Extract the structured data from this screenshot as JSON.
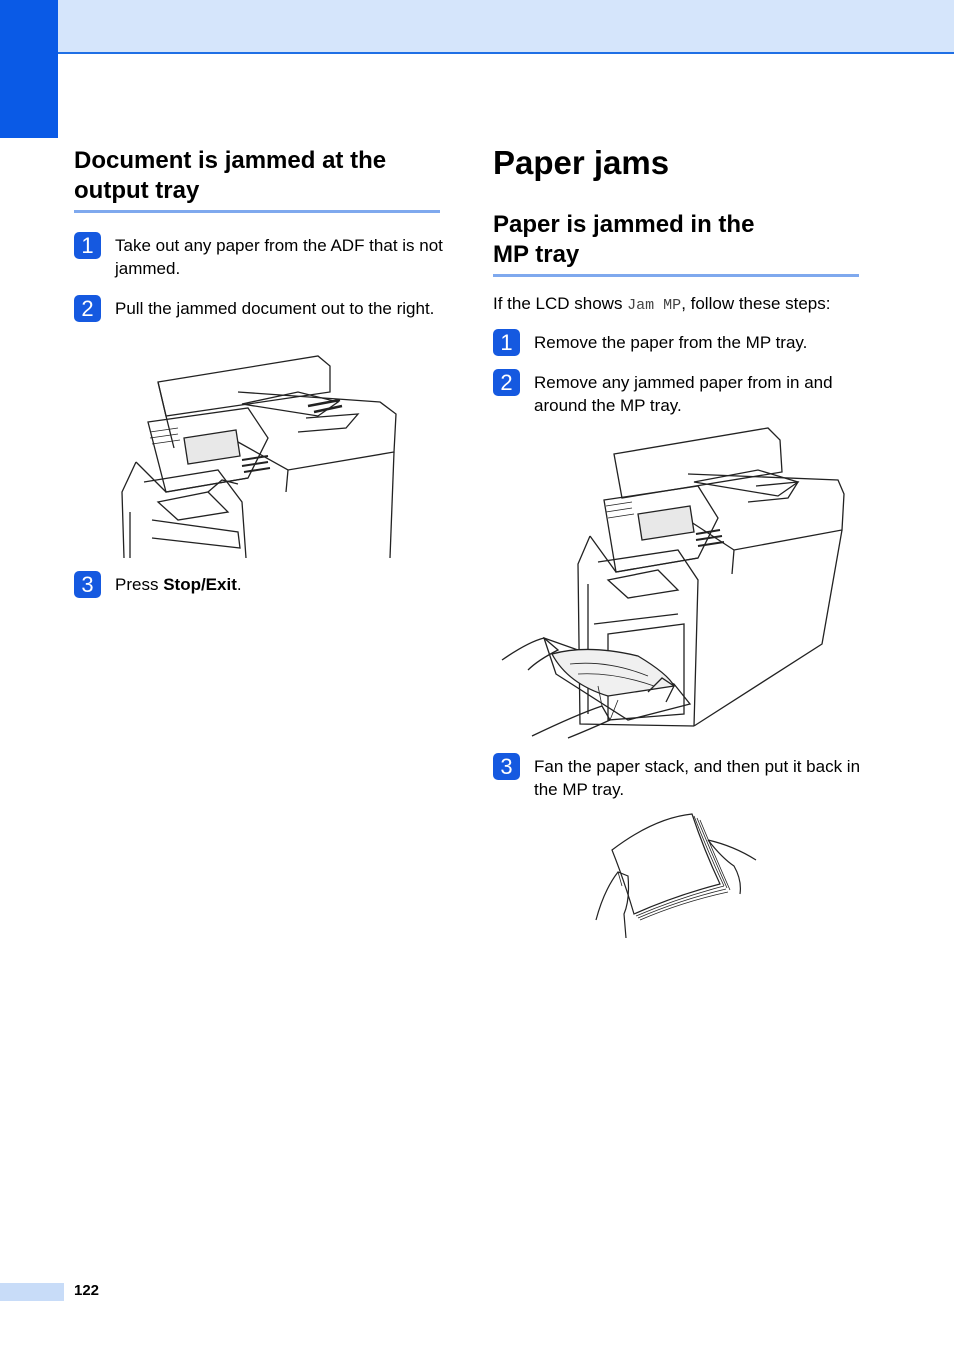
{
  "left": {
    "heading": "Document is jammed at the output tray",
    "steps": [
      {
        "num": "1",
        "text": "Take out any paper from the ADF that is not jammed."
      },
      {
        "num": "2",
        "text": "Pull the jammed document out to the right."
      },
      {
        "num": "3",
        "text_prefix": "Press ",
        "text_bold": "Stop/Exit",
        "text_suffix": "."
      }
    ]
  },
  "right": {
    "title": "Paper jams",
    "heading": "Paper is jammed in the MP tray",
    "intro_prefix": "If the LCD shows ",
    "intro_code": "Jam MP",
    "intro_suffix": ", follow these steps:",
    "steps": [
      {
        "num": "1",
        "text": "Remove the paper from the MP tray."
      },
      {
        "num": "2",
        "text": "Remove any jammed paper from in and around the MP tray."
      },
      {
        "num": "3",
        "text": "Fan the paper stack, and then put it back in the MP tray."
      }
    ]
  },
  "footer": {
    "page_number": "122"
  },
  "colors": {
    "accent": "#0a5ae6",
    "band": "#d5e5fb",
    "rule": "#7fa9ee"
  }
}
